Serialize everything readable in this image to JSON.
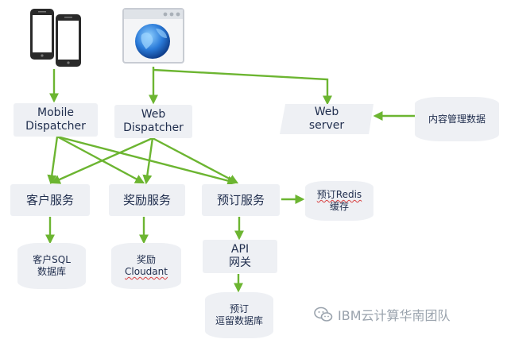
{
  "nodes": {
    "mobile_dispatcher": {
      "line1": "Mobile",
      "line2": "Dispatcher"
    },
    "web_dispatcher": {
      "line1": "Web",
      "line2": "Dispatcher"
    },
    "web_server": {
      "line1": "Web",
      "line2": "server"
    },
    "content_management": {
      "label": "内容管理数据"
    },
    "customer_service": {
      "label": "客户服务"
    },
    "reward_service": {
      "label": "奖励服务"
    },
    "booking_service": {
      "label": "预订服务"
    },
    "booking_redis": {
      "line1": "预订Redis",
      "line2": "缓存"
    },
    "customer_sql_db": {
      "line1": "客户SQL",
      "line2": "数据库"
    },
    "reward_cloudant": {
      "line1": "奖励",
      "line2": "Cloudant"
    },
    "api_gateway": {
      "line1": "API",
      "line2": "网关"
    },
    "booking_retention_db": {
      "line1": "预订",
      "line2": "逗留数据库"
    }
  },
  "watermark": {
    "text": "IBM云计算华南团队"
  },
  "colors": {
    "arrow": "#6cb531",
    "node_fill": "#eef0f4",
    "text": "#1f2d4d",
    "watermark": "#9aa3ad"
  },
  "icons": [
    "mobile-phone-icon",
    "web-browser-globe-icon",
    "wechat-icon"
  ]
}
